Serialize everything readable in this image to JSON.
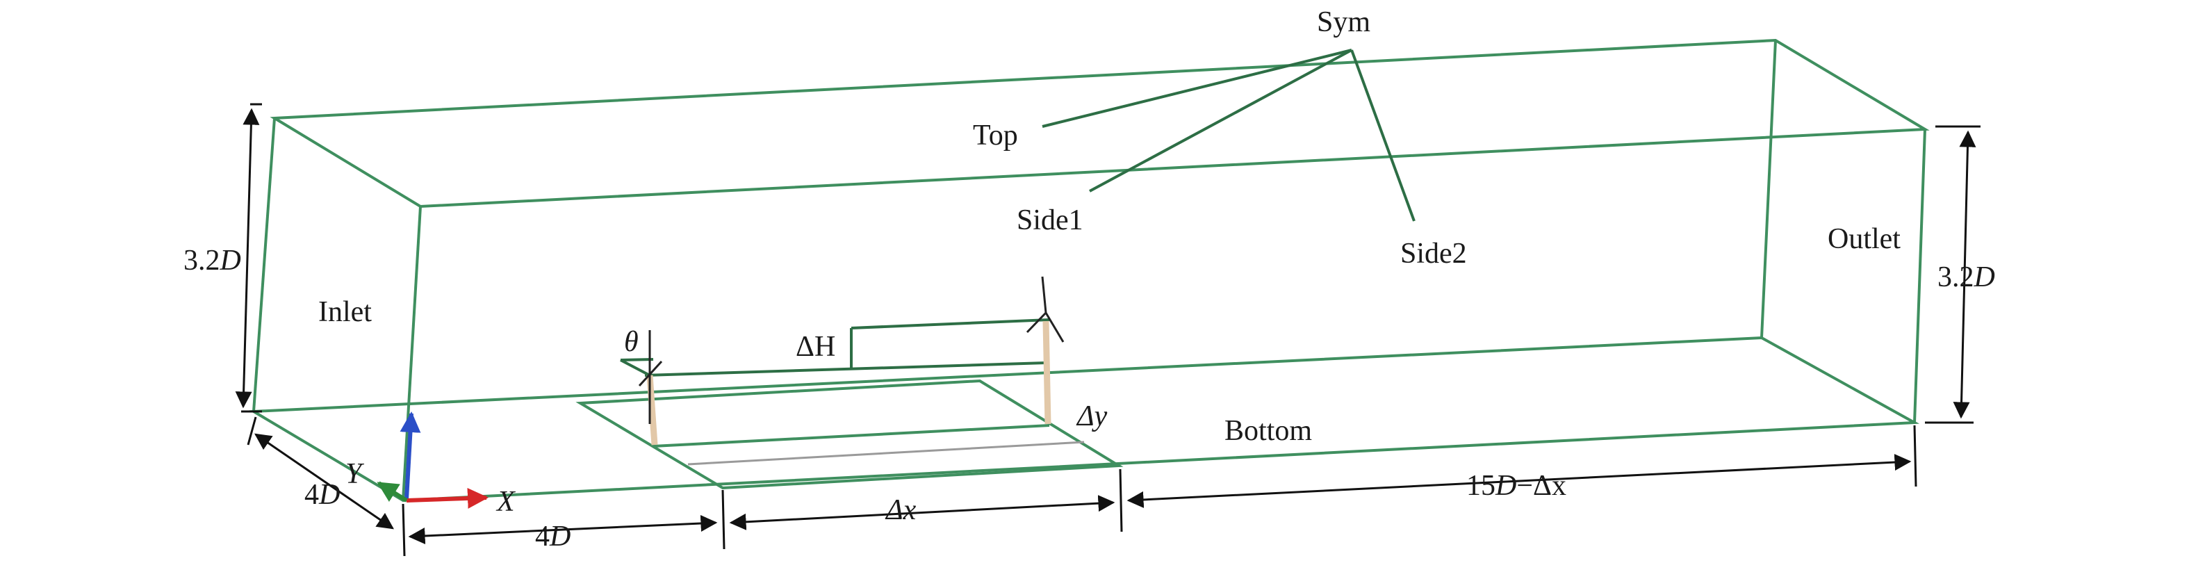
{
  "labels": {
    "sym": "Sym",
    "top": "Top",
    "side1": "Side1",
    "side2": "Side2",
    "outlet": "Outlet",
    "inlet": "Inlet",
    "bottom": "Bottom",
    "theta": "θ",
    "delta_h": "ΔH",
    "delta_y": "Δy",
    "delta_x": "Δx",
    "axis_x": "X",
    "axis_y": "Y"
  },
  "dimensions": {
    "height_left": {
      "value": "3.2",
      "symbol": "D"
    },
    "height_right": {
      "value": "3.2",
      "symbol": "D"
    },
    "width": {
      "value": "4",
      "symbol": "D"
    },
    "inlet_distance": {
      "value": "4",
      "symbol": "D"
    },
    "downstream": {
      "prefix": "15",
      "symbol": "D",
      "suffix": "−Δx"
    }
  },
  "colors": {
    "domain_edges": "#3f8f5f",
    "leader_lines": "#2d6e45",
    "turbine_tower": "#e2c8a8",
    "axis_x": "#d62728",
    "axis_y": "#2e8b3a",
    "axis_z": "#2b4fc7"
  }
}
